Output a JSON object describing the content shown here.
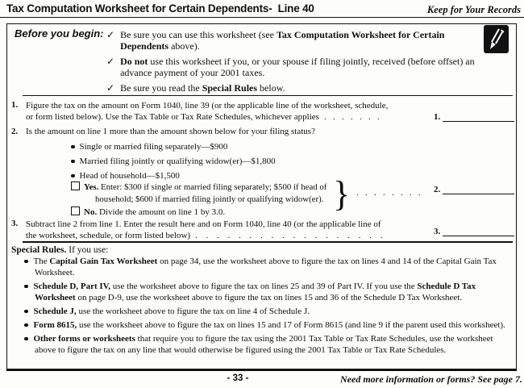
{
  "colors": {
    "ink": "#111111",
    "paper": "#fdfdfb"
  },
  "header": {
    "title": "Tax Computation Worksheet for Certain Dependents-  Line 40",
    "keep_note": "Keep for Your Records"
  },
  "before_you_begin": {
    "label": "Before you begin:",
    "checkmark": "✓",
    "items": [
      {
        "pre": "Be sure you can use this worksheet (see ",
        "bold": "Tax Computation Worksheet for Certain Dependents",
        "post": " above)."
      },
      {
        "pre": "",
        "bold": "Do not",
        "post": " use this worksheet if you, or your spouse if filing jointly, received (before offset) an advance payment of your 2001 taxes."
      },
      {
        "pre": "Be sure you read the ",
        "bold": "Special Rules",
        "post": " below."
      }
    ]
  },
  "worksheet": {
    "line1": {
      "num": "1.",
      "text_line1": "Figure the tax on the amount on Form 1040, line 39 (or the applicable line of the worksheet, schedule,",
      "text_line2": "or form listed below). Use the Tax Table or Tax Rate Schedules, whichever applies",
      "dots": ". . . . . . .",
      "entry_label": "1."
    },
    "line2": {
      "num": "2.",
      "question": "Is the amount on line 1 more than the amount shown below for your filing status?",
      "bullets": [
        "Single or married filing separately—$900",
        "Married filing jointly or qualifying widow(er)—$1,800",
        "Head of household—$1,500"
      ],
      "yes_option": {
        "label": "Yes.",
        "text_line1": "Enter: $300 if single or married filing separately; $500 if head of",
        "text_line2": "household; $600 if married filing jointly or qualifying widow(er)."
      },
      "brace": "}",
      "dots": ". . . . . . . .",
      "entry_label": "2.",
      "no_option": {
        "label": "No.",
        "text": "Divide the amount on line 1 by 3.0."
      }
    },
    "line3": {
      "num": "3.",
      "text_line1": "Subtract line 2 from line 1. Enter the result here and on Form 1040, line 40 (or the applicable line of",
      "text_line2": "the worksheet, schedule, or form listed below)",
      "dots": ". . . . . . . . . . . . . . . . . .",
      "entry_label": "3."
    }
  },
  "special_rules": {
    "heading_bold": "Special Rules.",
    "heading_rest": " If you use:",
    "items": [
      {
        "t1": "The ",
        "b1": "Capital Gain Tax Worksheet",
        "t2": " on page 34, use the worksheet above to figure the tax on lines 4 and 14 of the Capital Gain Tax Worksheet.",
        "b2": "",
        "t3": ""
      },
      {
        "t1": "",
        "b1": "Schedule D, Part IV,",
        "t2": " use the worksheet above to figure the tax on lines 25 and 39 of Part IV. If you use the ",
        "b2": "Schedule D Tax Worksheet",
        "t3": " on page D-9, use the worksheet above to figure the tax on lines 15 and 36 of the Schedule D Tax Worksheet."
      },
      {
        "t1": "",
        "b1": "Schedule J,",
        "t2": " use the worksheet above to figure the tax on line 4 of Schedule J.",
        "b2": "",
        "t3": ""
      },
      {
        "t1": "",
        "b1": "Form 8615,",
        "t2": " use the worksheet above to figure the tax on lines 15 and 17 of Form 8615 (and line 9 if the parent used this worksheet).",
        "b2": "",
        "t3": ""
      },
      {
        "t1": "",
        "b1": "Other forms or worksheets",
        "t2": " that require you to figure the tax using the 2001 Tax Table or Tax Rate Schedules, use the worksheet above to figure the tax on any line that would otherwise be figured using the 2001 Tax Table or Tax Rate Schedules.",
        "b2": "",
        "t3": ""
      }
    ]
  },
  "footer": {
    "page_number": "- 33 -",
    "note": "Need more information or forms? See page 7."
  }
}
